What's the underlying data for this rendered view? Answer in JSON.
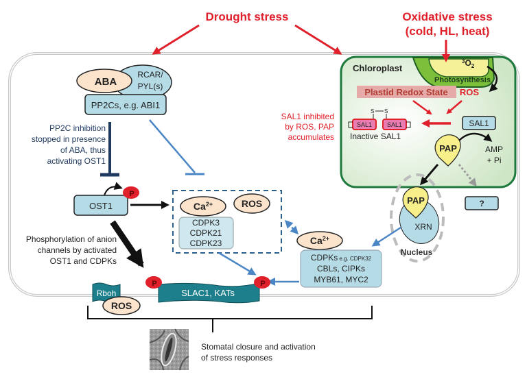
{
  "stressors": {
    "drought": "Drought stress",
    "oxidative_line1": "Oxidative stress",
    "oxidative_line2": "(cold, HL, heat)"
  },
  "receptor": {
    "aba": "ABA",
    "rcar_line1": "RCAR/",
    "rcar_line2": "PYL(s)",
    "pp2c": "PP2Cs, e.g. ABI1"
  },
  "pp2c_note": [
    "PP2C inhibition",
    "stopped in presence",
    "of ABA, thus",
    "activating OST1"
  ],
  "ost1": {
    "label": "OST1",
    "phospho": "P"
  },
  "calcium_box": {
    "ca": "Ca",
    "ca_sup": "2+",
    "ros": "ROS",
    "cdpks": [
      "CDPK3",
      "CDPK21",
      "CDPK23"
    ]
  },
  "phospho_note": [
    "Phosphorylation  of anion",
    "channels by activated",
    "OST1 and CDPKs"
  ],
  "membrane": {
    "rboh": "Rboh",
    "ros": "ROS",
    "channel": "SLAC1, KATs",
    "phospho_left": "P",
    "phospho_right": "P"
  },
  "chloroplast": {
    "title": "Chloroplast",
    "o2_sup": "3",
    "o2": "O",
    "o2_sub": "2",
    "photosynthesis": "Photosynthesis",
    "redox": "Plastid Redox State",
    "ros": "ROS",
    "sal1_active": "SAL1",
    "sal1_inactive_a": "SAL1",
    "sal1_inactive_b": "SAL1",
    "disulfide": "S",
    "inactive_label": "Inactive SAL1",
    "pap": "PAP",
    "amp_line1": "AMP",
    "amp_line2": "+ Pi"
  },
  "sal1_note": [
    "SAL1 inhibited",
    "by ROS, PAP",
    "accumulates"
  ],
  "unknown_target": "?",
  "nucleus": {
    "pap": "PAP",
    "xrn": "XRN",
    "label": "Nucleus"
  },
  "downstream": {
    "ca": "Ca",
    "ca_sup": "2+",
    "cdpks": "CDPKs",
    "cdpks_eg": " e.g. CDPK32",
    "line2": "CBLs, CIPKs",
    "line3": "MYB61, MYC2"
  },
  "outcome": [
    "Stomatal closure and activation",
    "of stress responses"
  ],
  "colors": {
    "stress_red": "#e0202a",
    "cell_fill": "#e9f4f8",
    "protein_blue": "#b5dbe6",
    "teal_channel": "#1d7f8c",
    "ellipse_peach": "#fbe3cc",
    "chloroplast_green": "#1e7a3c",
    "pap_yellow": "#f7ef8a",
    "inhibit_navy": "#1f3a5f",
    "signal_blue": "#4a86c5"
  }
}
